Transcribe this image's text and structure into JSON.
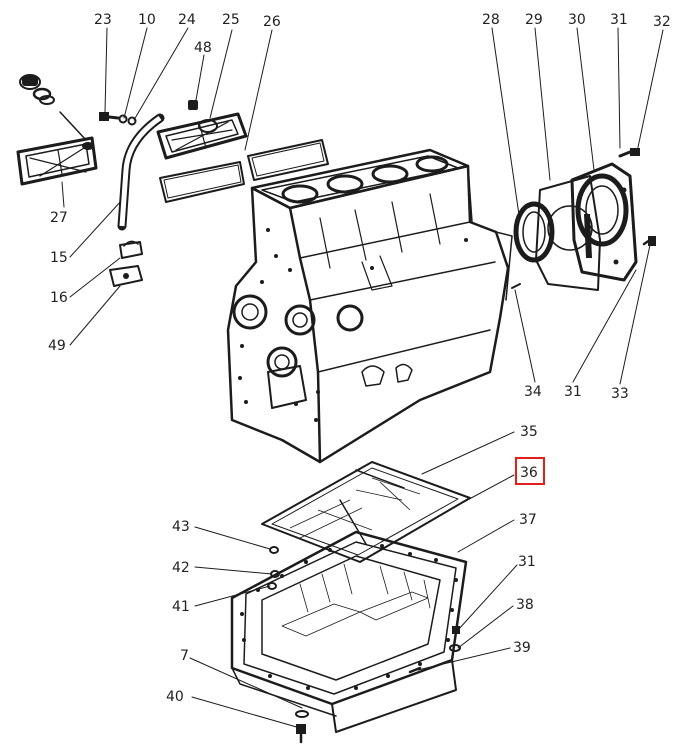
{
  "highlight": {
    "color": "#e0201b",
    "part": "36"
  },
  "colors": {
    "ink": "#1c1c1c",
    "paper": "#ffffff"
  },
  "callouts": {
    "c23": "23",
    "c10": "10",
    "c24": "24",
    "c25": "25",
    "c26": "26",
    "c48": "48",
    "c28": "28",
    "c29": "29",
    "c30": "30",
    "c31a": "31",
    "c32": "32",
    "c27": "27",
    "c15": "15",
    "c16": "16",
    "c49": "49",
    "c34": "34",
    "c31b": "31",
    "c33": "33",
    "c35": "35",
    "c36": "36",
    "c37": "37",
    "c43": "43",
    "c42": "42",
    "c41": "41",
    "c31c": "31",
    "c38": "38",
    "c39": "39",
    "c7": "7",
    "c40": "40"
  }
}
